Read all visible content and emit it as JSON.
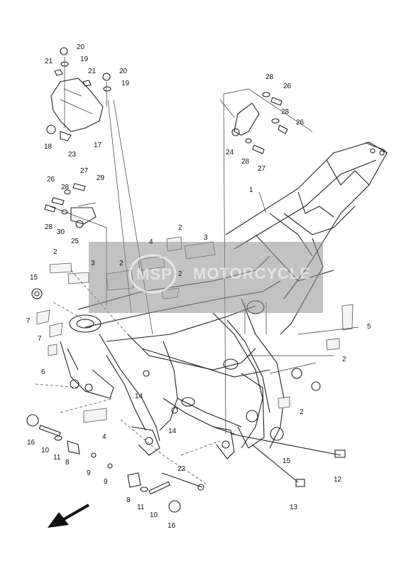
{
  "callouts": [
    {
      "id": "c1",
      "text": "1"
    },
    {
      "id": "c2a",
      "text": "2"
    },
    {
      "id": "c2b",
      "text": "2"
    },
    {
      "id": "c2c",
      "text": "2"
    },
    {
      "id": "c2d",
      "text": "2"
    },
    {
      "id": "c2e",
      "text": "2"
    },
    {
      "id": "c2f",
      "text": "2"
    },
    {
      "id": "c3a",
      "text": "3"
    },
    {
      "id": "c3b",
      "text": "3"
    },
    {
      "id": "c4a",
      "text": "4"
    },
    {
      "id": "c4b",
      "text": "4"
    },
    {
      "id": "c5",
      "text": "5"
    },
    {
      "id": "c6",
      "text": "6"
    },
    {
      "id": "c7a",
      "text": "7"
    },
    {
      "id": "c7b",
      "text": "7"
    },
    {
      "id": "c8a",
      "text": "8"
    },
    {
      "id": "c8b",
      "text": "8"
    },
    {
      "id": "c9a",
      "text": "9"
    },
    {
      "id": "c9b",
      "text": "9"
    },
    {
      "id": "c10a",
      "text": "10"
    },
    {
      "id": "c10b",
      "text": "10"
    },
    {
      "id": "c11a",
      "text": "11"
    },
    {
      "id": "c11b",
      "text": "11"
    },
    {
      "id": "c12",
      "text": "12"
    },
    {
      "id": "c13",
      "text": "13"
    },
    {
      "id": "c14a",
      "text": "14"
    },
    {
      "id": "c14b",
      "text": "14"
    },
    {
      "id": "c15a",
      "text": "15"
    },
    {
      "id": "c15b",
      "text": "15"
    },
    {
      "id": "c16a",
      "text": "16"
    },
    {
      "id": "c16b",
      "text": "16"
    },
    {
      "id": "c17",
      "text": "17"
    },
    {
      "id": "c18",
      "text": "18"
    },
    {
      "id": "c19a",
      "text": "19"
    },
    {
      "id": "c19b",
      "text": "19"
    },
    {
      "id": "c20a",
      "text": "20"
    },
    {
      "id": "c20b",
      "text": "20"
    },
    {
      "id": "c21a",
      "text": "21"
    },
    {
      "id": "c21b",
      "text": "21"
    },
    {
      "id": "c22",
      "text": "22"
    },
    {
      "id": "c23",
      "text": "23"
    },
    {
      "id": "c24",
      "text": "24"
    },
    {
      "id": "c25",
      "text": "25"
    },
    {
      "id": "c26a",
      "text": "26"
    },
    {
      "id": "c26b",
      "text": "26"
    },
    {
      "id": "c26c",
      "text": "26"
    },
    {
      "id": "c27a",
      "text": "27"
    },
    {
      "id": "c27b",
      "text": "27"
    },
    {
      "id": "c28a",
      "text": "28"
    },
    {
      "id": "c28b",
      "text": "28"
    },
    {
      "id": "c28c",
      "text": "28"
    },
    {
      "id": "c28d",
      "text": "28"
    },
    {
      "id": "c28e",
      "text": "28"
    },
    {
      "id": "c29",
      "text": "29"
    },
    {
      "id": "c30",
      "text": "30"
    }
  ],
  "watermark": {
    "text": "MOTORCYCLE",
    "logo_text": "MSP",
    "color": "#8f8f8f"
  },
  "icons": {
    "front_direction": "arrow-icon"
  }
}
